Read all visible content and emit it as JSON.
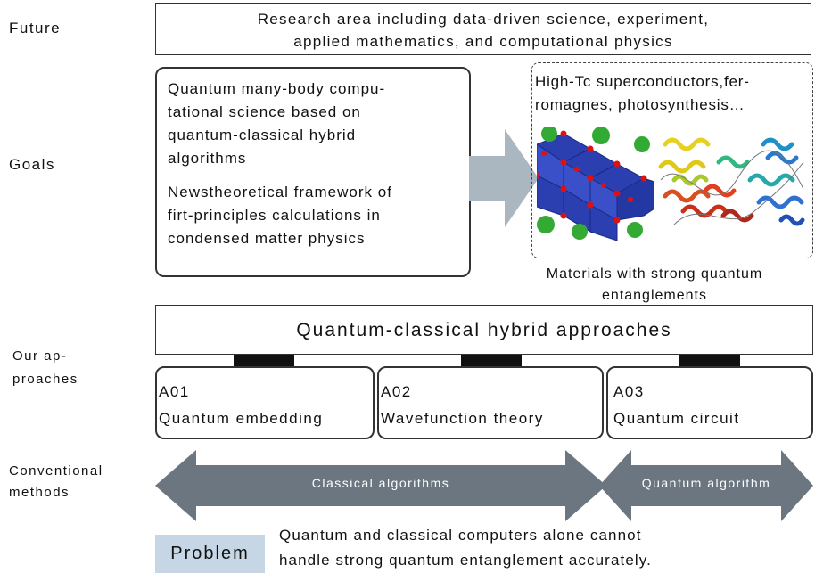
{
  "rows": {
    "future": "Future",
    "goals": "Goals",
    "approaches": "Our ap-\nproaches",
    "conventional": "Conventional\nmethods"
  },
  "future_box": {
    "line1": "Research area including data-driven science, experiment,",
    "line2": "applied mathematics, and computational physics"
  },
  "goals_box": {
    "para1": "Quantum many-body compu-\ntational science based on\nquantum-classical hybrid\nalgorithms",
    "para2": "Newstheoretical framework of\nfirt-principles calculations in\ncondensed matter physics"
  },
  "materials": {
    "header": "High-Tc superconductors,fer-\nromagnes, photosynthesis…",
    "caption": "Materials with strong quantum\nentanglements"
  },
  "hybrid": {
    "title": "Quantum-classical hybrid approaches"
  },
  "approaches": [
    {
      "code": "A01",
      "name": "Quantum embedding"
    },
    {
      "code": "A02",
      "name": "Wavefunction theory"
    },
    {
      "code": "A03",
      "name": "Quantum circuit"
    }
  ],
  "methods": {
    "classical": "Classical algorithms",
    "quantum": "Quantum algorithm"
  },
  "problem": {
    "label": "Problem",
    "text": "Quantum and classical computers alone cannot\nhandle strong quantum entanglement accurately."
  },
  "colors": {
    "arrow_dark": "#6b7680",
    "arrow_light": "#aab6c0",
    "problem_bg": "#c7d6e4",
    "connector": "#111111"
  }
}
